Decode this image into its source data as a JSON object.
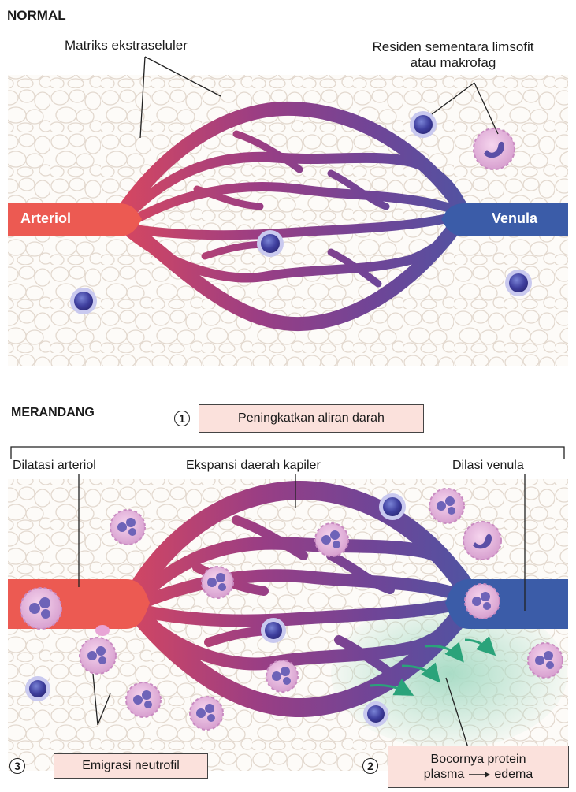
{
  "normal": {
    "heading": "NORMAL",
    "ecm_label": "Matriks ekstraseluler",
    "resident_label_line1": "Residen sementara limsofit",
    "resident_label_line2": "atau makrofag",
    "arteriole_label": "Arteriol",
    "venule_label": "Venula"
  },
  "inflamed": {
    "heading": "MERANDANG",
    "step1_number": "1",
    "step1_label": "Peningkatkan aliran darah",
    "arteriole_dilation_label": "Dilatasi arteriol",
    "capillary_expansion_label": "Ekspansi daerah kapiler",
    "venule_dilation_label": "Dilasi venula",
    "step3_number": "3",
    "step3_label": "Emigrasi neutrofil",
    "step2_number": "2",
    "step2_label_line1": "Bocornya protein",
    "step2_label_line2": "plasma",
    "step2_label_edema": "edema"
  },
  "colors": {
    "arterial_red": "#e8514f",
    "venous_blue": "#3a5aa6",
    "mid_purple": "#7a3f92",
    "matrix_line": "#e6ddd3",
    "box_fill": "#fbe1dc",
    "edema_green": "#bfe3d5",
    "arrow_green": "#2aa37a"
  }
}
